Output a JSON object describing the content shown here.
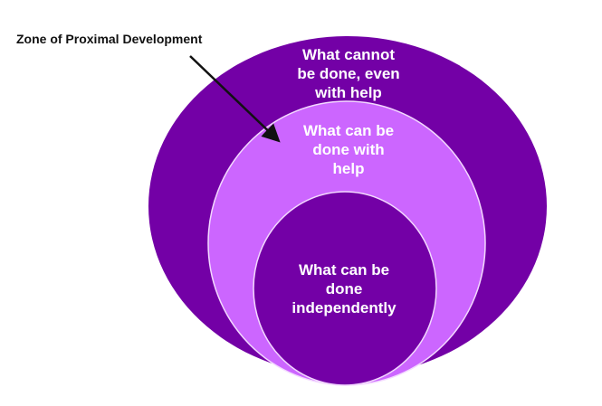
{
  "title_label": "Zone of Proximal Development",
  "zones": [
    {
      "label": "What cannot be done, even with help",
      "lines": [
        "What cannot",
        "be done, even",
        "with help"
      ],
      "color": "#7300a6"
    },
    {
      "label": "What can be done with help",
      "lines": [
        "What can be",
        "done with",
        "help"
      ],
      "color": "#cc66ff"
    },
    {
      "label": "What can be done independently",
      "lines": [
        "What can be",
        "done",
        "independently"
      ],
      "color": "#7300a6"
    }
  ]
}
